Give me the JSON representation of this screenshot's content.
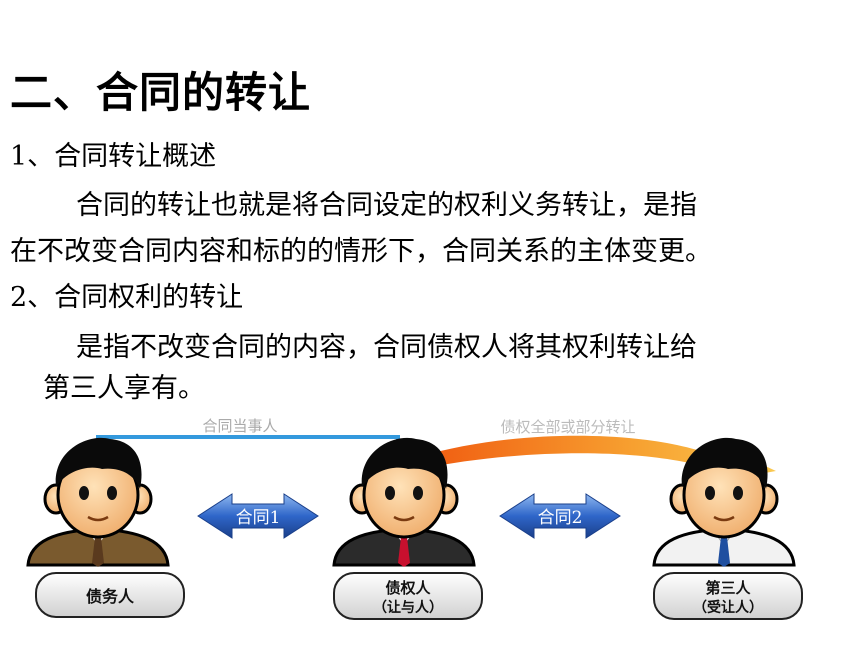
{
  "heading": "二、合同的转让",
  "section1": {
    "title": "1、合同转让概述",
    "body_line1": "合同的转让也就是将合同设定的权利义务转让，是指",
    "body_line2": "在不改变合同内容和标的的情形下，合同关系的主体变更。"
  },
  "section2": {
    "title": "2、合同权利的转让",
    "body_line1": "是指不改变合同的内容，合同债权人将其权利转让给",
    "body_line2": "第三人享有。"
  },
  "diagram": {
    "top_bracket_label": "合同当事人",
    "transfer_arrow_label": "债权全部或部分转让",
    "contract1_label": "合同1",
    "contract2_label": "合同2",
    "debtor_label": "债务人",
    "creditor_label_line1": "债权人",
    "creditor_label_line2": "（让与人）",
    "third_party_label_line1": "第三人",
    "third_party_label_line2": "（受让人）",
    "colors": {
      "debtor_suit": "#7a5a2e",
      "creditor_suit": "#2b2b2b",
      "third_suit": "#f2f2f2",
      "red_tie": "#c8102e",
      "blue_tie": "#1f4fa0",
      "arrow_blue": "#2f66c9",
      "arrow_orange": "#f07a1a",
      "bracket_blue": "#3399dd"
    }
  }
}
